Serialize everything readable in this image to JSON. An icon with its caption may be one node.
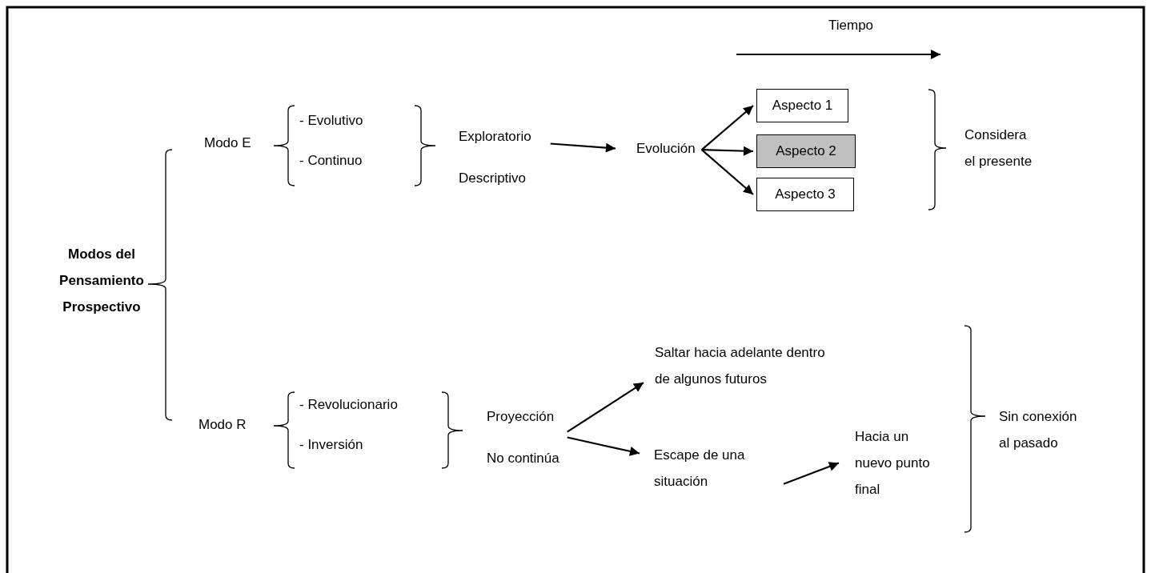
{
  "diagram": {
    "nodes": [
      {
        "text": [
          "Modos del Pensamiento Prospectivo"
        ]
      },
      {
        "text": [
          "Modo E"
        ]
      },
      {
        "text": [
          "- Evolutivo"
        ]
      },
      {
        "text": [
          "- Continuo"
        ]
      },
      {
        "text": [
          "Exploratorio",
          "Descriptivo"
        ]
      },
      {
        "text": [
          "Evolución"
        ]
      },
      {
        "text": [
          "Aspecto 1"
        ]
      },
      {
        "text": [
          "Aspecto 2"
        ]
      },
      {
        "text": [
          "Aspecto 3"
        ]
      },
      {
        "text": [
          "Considera el presente"
        ]
      },
      {
        "text": [
          "Modo R"
        ]
      },
      {
        "text": [
          "- Revolucionario"
        ]
      },
      {
        "text": [
          "- Inversión"
        ]
      },
      {
        "text": [
          "Proyección",
          "No continúa"
        ]
      },
      {
        "text": [
          "Saltar hacia adelante dentro de algunos futuros"
        ]
      },
      {
        "text": [
          "Escape de una situación"
        ]
      },
      {
        "text": [
          "Hacia un nuevo punto final"
        ]
      },
      {
        "text": [
          "Sin conexión al pasado"
        ]
      }
    ],
    "edges": [
      {
        "from": 4,
        "to": 5,
        "arrow": "to"
      },
      {
        "from": 5,
        "to": 6,
        "arrow": "to"
      },
      {
        "from": 5,
        "to": 7,
        "arrow": "to"
      },
      {
        "from": 5,
        "to": 8,
        "arrow": "to"
      },
      {
        "from": 13,
        "to": 14,
        "arrow": "to"
      },
      {
        "from": 13,
        "to": 15,
        "arrow": "to"
      },
      {
        "from": 15,
        "to": 16,
        "arrow": "to"
      }
    ],
    "labels": [
      "Tiempo"
    ]
  }
}
